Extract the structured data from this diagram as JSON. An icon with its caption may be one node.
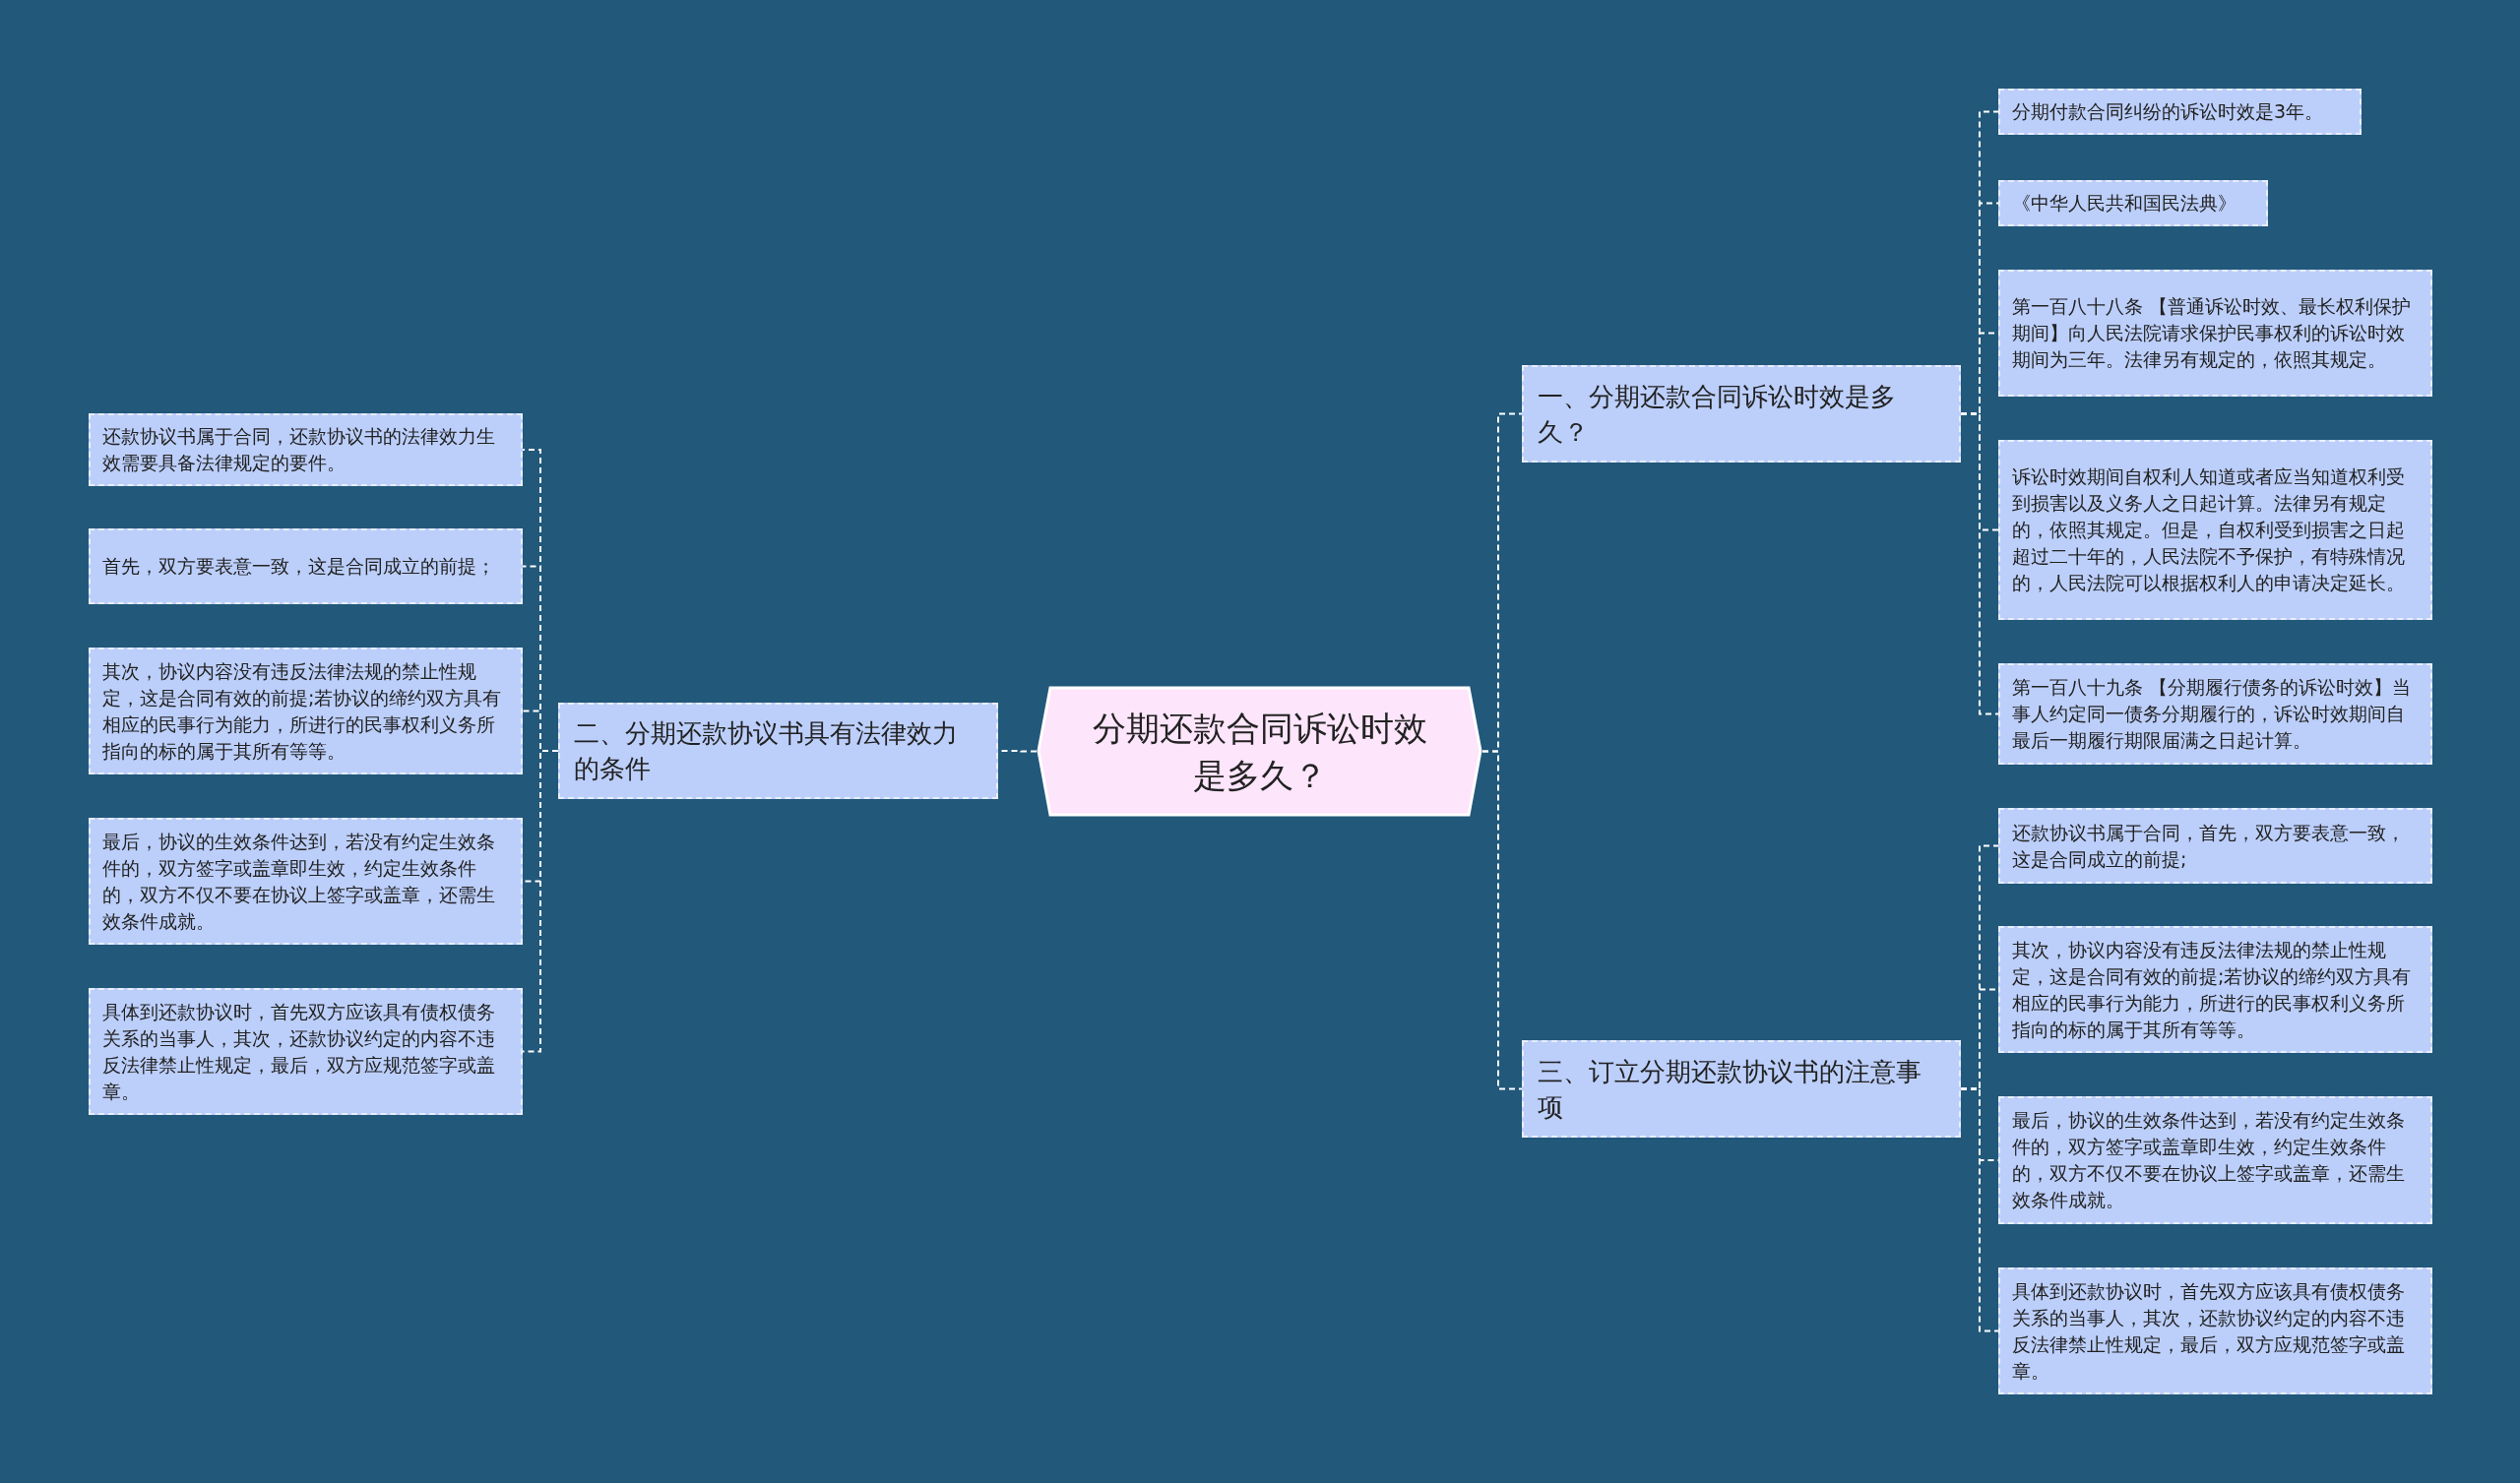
{
  "diagram": {
    "nodes": [
      {
        "text": [
          "分期还款合同诉讼时效是多久？"
        ]
      },
      {
        "text": [
          "一、分期还款合同诉讼时效是多久？"
        ]
      },
      {
        "text": [
          "分期付款合同纠纷的诉讼时效是3年。"
        ]
      },
      {
        "text": [
          "《中华人民共和国民法典》"
        ]
      },
      {
        "text": [
          "第一百八十八条 【普通诉讼时效、最长权利保护期间】向人民法院请求保护民事权利的诉讼时效期间为三年。法律另有规定的，依照其规定。"
        ]
      },
      {
        "text": [
          "诉讼时效期间自权利人知道或者应当知道权利受到损害以及义务人之日起计算。法律另有规定的，依照其规定。但是，自权利受到损害之日起超过二十年的，人民法院不予保护，有特殊情况的，人民法院可以根据权利人的申请决定延长。"
        ]
      },
      {
        "text": [
          "第一百八十九条 【分期履行债务的诉讼时效】当事人约定同一债务分期履行的，诉讼时效期间自最后一期履行期限届满之日起计算。"
        ]
      },
      {
        "text": [
          "二、分期还款协议书具有法律效力的条件"
        ]
      },
      {
        "text": [
          "还款协议书属于合同，还款协议书的法律效力生效需要具备法律规定的要件。"
        ]
      },
      {
        "text": [
          "首先，双方要表意一致，这是合同成立的前提；"
        ]
      },
      {
        "text": [
          "其次，协议内容没有违反法律法规的禁止性规定，这是合同有效的前提;若协议的缔约双方具有相应的民事行为能力，所进行的民事权利义务所指向的标的属于其所有等等。"
        ]
      },
      {
        "text": [
          "最后，协议的生效条件达到，若没有约定生效条件的，双方签字或盖章即生效，约定生效条件的，双方不仅不要在协议上签字或盖章，还需生效条件成就。"
        ]
      },
      {
        "text": [
          "具体到还款协议时，首先双方应该具有债权债务关系的当事人，其次，还款协议约定的内容不违反法律禁止性规定，最后，双方应规范签字或盖章。"
        ]
      },
      {
        "text": [
          "三、订立分期还款协议书的注意事项"
        ]
      },
      {
        "text": [
          "还款协议书属于合同，首先，双方要表意一致，这是合同成立的前提;"
        ]
      },
      {
        "text": [
          "其次，协议内容没有违反法律法规的禁止性规定，这是合同有效的前提;若协议的缔约双方具有相应的民事行为能力，所进行的民事权利义务所指向的标的属于其所有等等。"
        ]
      },
      {
        "text": [
          "最后，协议的生效条件达到，若没有约定生效条件的，双方签字或盖章即生效，约定生效条件的，双方不仅不要在协议上签字或盖章，还需生效条件成就。"
        ]
      },
      {
        "text": [
          "具体到还款协议时，首先双方应该具有债权债务关系的当事人，其次，还款协议约定的内容不违反法律禁止性规定，最后，双方应规范签字或盖章。"
        ]
      }
    ],
    "edges": [
      {
        "from": 0,
        "to": 1,
        "arrow": "none"
      },
      {
        "from": 1,
        "to": 2,
        "arrow": "none"
      },
      {
        "from": 1,
        "to": 3,
        "arrow": "none"
      },
      {
        "from": 1,
        "to": 4,
        "arrow": "none"
      },
      {
        "from": 1,
        "to": 5,
        "arrow": "none"
      },
      {
        "from": 1,
        "to": 6,
        "arrow": "none"
      },
      {
        "from": 0,
        "to": 7,
        "arrow": "none"
      },
      {
        "from": 7,
        "to": 8,
        "arrow": "none"
      },
      {
        "from": 7,
        "to": 9,
        "arrow": "none"
      },
      {
        "from": 7,
        "to": 10,
        "arrow": "none"
      },
      {
        "from": 7,
        "to": 11,
        "arrow": "none"
      },
      {
        "from": 7,
        "to": 12,
        "arrow": "none"
      },
      {
        "from": 0,
        "to": 13,
        "arrow": "none"
      },
      {
        "from": 13,
        "to": 14,
        "arrow": "none"
      },
      {
        "from": 13,
        "to": 15,
        "arrow": "none"
      },
      {
        "from": 13,
        "to": 16,
        "arrow": "none"
      },
      {
        "from": 13,
        "to": 17,
        "arrow": "none"
      }
    ]
  }
}
